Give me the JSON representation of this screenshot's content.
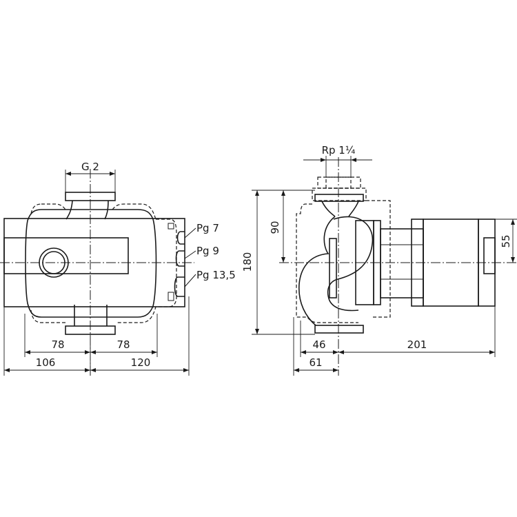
{
  "left_view": {
    "thread_label": "G 2",
    "cable_glands": [
      "Pg 7",
      "Pg 9",
      "Pg 13,5"
    ],
    "dims": {
      "left_78": "78",
      "right_78": "78",
      "left_106": "106",
      "right_120": "120"
    }
  },
  "right_view": {
    "thread_label": "Rp 1¼",
    "dims": {
      "height_180": "180",
      "height_90": "90",
      "height_55": "55",
      "width_46": "46",
      "width_61": "61",
      "width_201": "201"
    }
  }
}
